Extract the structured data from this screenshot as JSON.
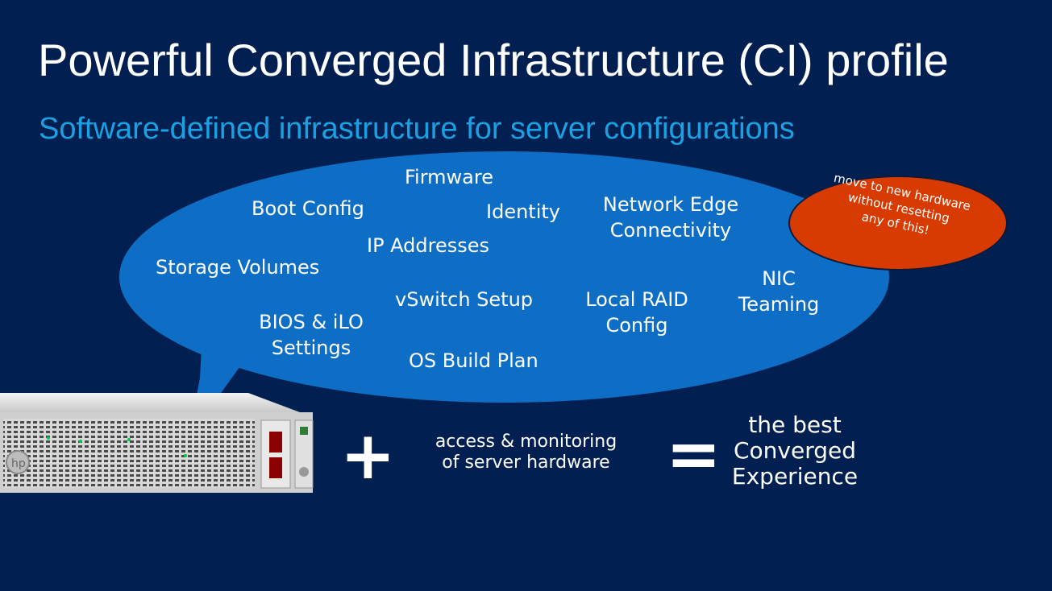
{
  "slide": {
    "title": "Powerful Converged Infrastructure (CI) profile",
    "subtitle": "Software-defined infrastructure for server configurations"
  },
  "profile_items": {
    "firmware": "Firmware",
    "boot_config": "Boot Config",
    "identity": "Identity",
    "network_edge_line1": "Network Edge",
    "network_edge_line2": "Connectivity",
    "ip_addresses": "IP Addresses",
    "storage_volumes": "Storage Volumes",
    "nic_line1": "NIC",
    "nic_line2": "Teaming",
    "vswitch_setup": "vSwitch Setup",
    "local_raid_line1": "Local RAID",
    "local_raid_line2": "Config",
    "bios_line1": "BIOS & iLO",
    "bios_line2": "Settings",
    "os_build_plan": "OS Build Plan"
  },
  "callout": {
    "line1": "move to new hardware",
    "line2": "without resetting",
    "line3": "any of this!"
  },
  "equation": {
    "plus": "+",
    "access_line1": "access & monitoring",
    "access_line2": "of server hardware",
    "equals": "=",
    "result_line1": "the best",
    "result_line2": "Converged",
    "result_line3": "Experience"
  },
  "colors": {
    "background": "#012051",
    "bubble": "#0e6ec6",
    "subtitle": "#1ba1e2",
    "callout": "#d83b01"
  }
}
